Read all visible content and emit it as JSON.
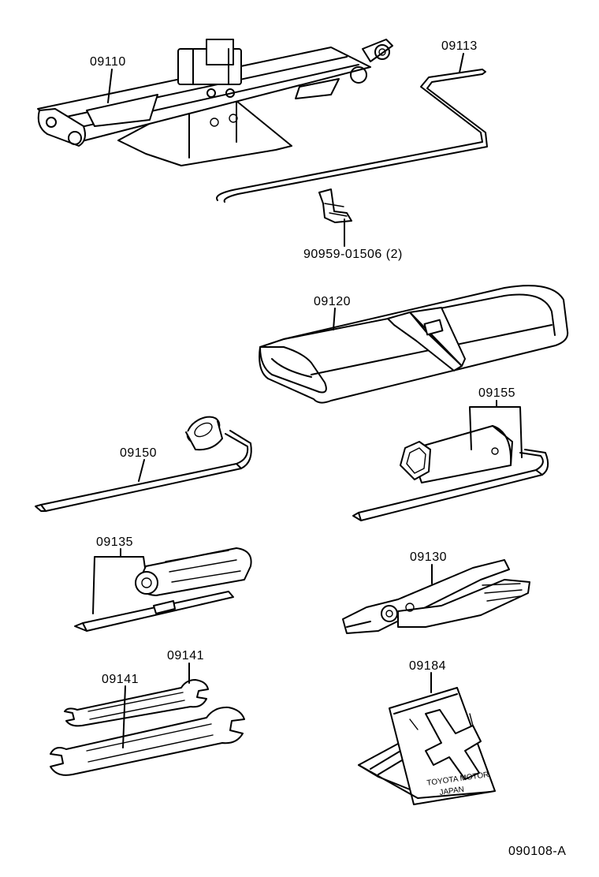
{
  "parts": {
    "jack": "09110",
    "jack_handle": "09113",
    "clip": "90959-01506 (2)",
    "tool_bag": "09120",
    "wheel_wrench": "09150",
    "plug_wrench": "09155",
    "screwdriver": "09135",
    "pliers": "09130",
    "spanner_small": "09141",
    "spanner_large": "09141",
    "wheel_chock": "09184"
  },
  "chock_stamp": {
    "line1": "TOYOTA MOTOR",
    "line2": "JAPAN"
  },
  "drawing_number": "090108-A"
}
